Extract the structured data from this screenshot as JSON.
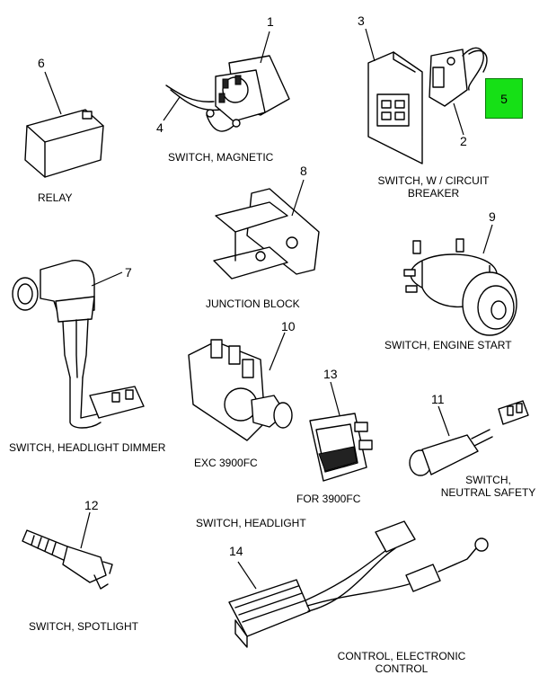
{
  "captions": {
    "relay": "RELAY",
    "switch_magnetic": "SWITCH, MAGNETIC",
    "switch_circuit_breaker_l1": "SWITCH, W / CIRCUIT",
    "switch_circuit_breaker_l2": "BREAKER",
    "junction_block": "JUNCTION BLOCK",
    "switch_engine_start": "SWITCH, ENGINE START",
    "switch_headlight_dimmer": "SWITCH, HEADLIGHT DIMMER",
    "exc_3900fc": "EXC 3900FC",
    "for_3900fc": "FOR 3900FC",
    "switch_neutral_safety_l1": "SWITCH,",
    "switch_neutral_safety_l2": "NEUTRAL SAFETY",
    "switch_headlight": "SWITCH, HEADLIGHT",
    "switch_spotlight": "SWITCH, SPOTLIGHT",
    "control_electronic_l1": "CONTROL, ELECTRONIC",
    "control_electronic_l2": "CONTROL"
  },
  "callouts": {
    "c1": "1",
    "c2": "2",
    "c3": "3",
    "c4": "4",
    "c5": "5",
    "c6": "6",
    "c7": "7",
    "c8": "8",
    "c9": "9",
    "c10": "10",
    "c11": "11",
    "c12": "12",
    "c13": "13",
    "c14": "14"
  },
  "highlight_color": "#16e016"
}
